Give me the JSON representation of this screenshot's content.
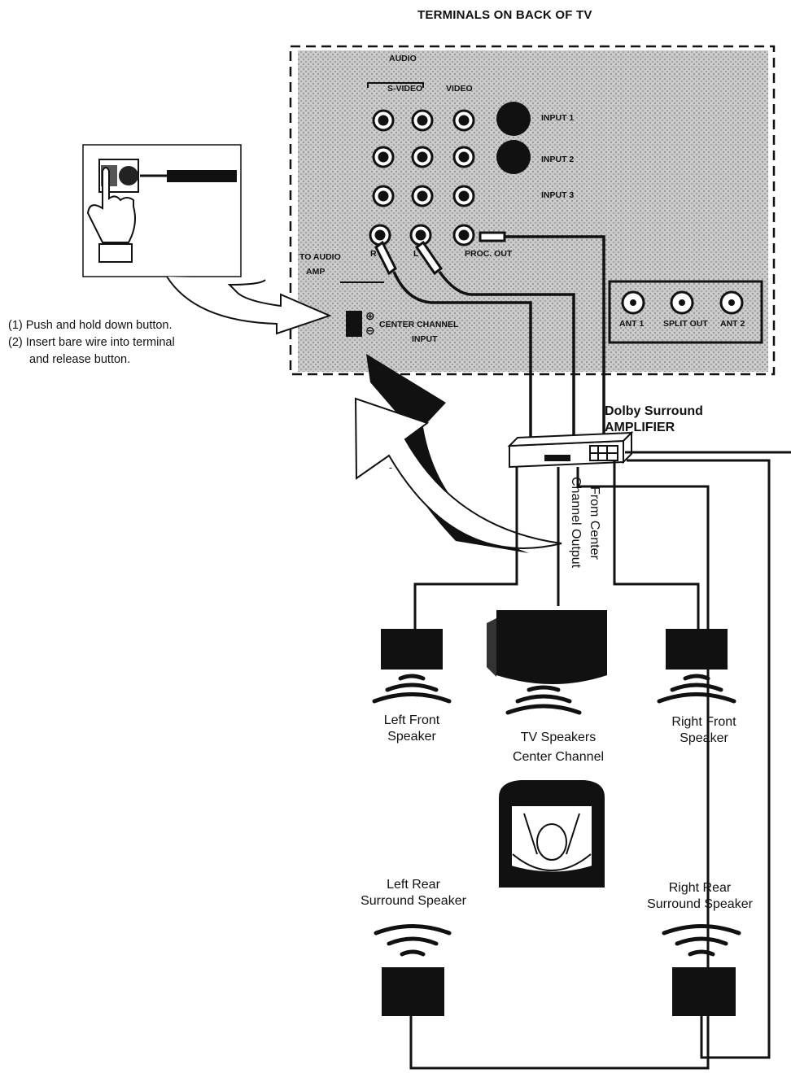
{
  "header": {
    "title": "TERMINALS ON BACK OF TV"
  },
  "instructions": {
    "step1": "(1) Push and hold down button.",
    "step2a": "(2) Insert bare wire into terminal",
    "step2b": "and release button."
  },
  "panel": {
    "audio": "AUDIO",
    "svideo": "S-VIDEO",
    "video": "VIDEO",
    "input1": "INPUT 1",
    "input2": "INPUT 2",
    "input3": "INPUT 3",
    "to_audio": "TO AUDIO",
    "amp": "AMP",
    "r": "R",
    "l": "L",
    "proc_out": "PROC. OUT",
    "center_channel": "CENTER CHANNEL",
    "input": "INPUT",
    "plus": "⊕",
    "minus": "⊖",
    "ant1": "ANT 1",
    "split_out": "SPLIT OUT",
    "ant2": "ANT 2"
  },
  "amplifier": {
    "line1": "Dolby Surround",
    "line2": "AMPLIFIER"
  },
  "center_output": {
    "line1": "From Center",
    "line2": "Channel Output"
  },
  "speakers": {
    "left_front": [
      "Left Front",
      "Speaker"
    ],
    "right_front": [
      "Right Front",
      "Speaker"
    ],
    "tv": [
      "TV Speakers",
      "Center Channel"
    ],
    "left_rear": [
      "Left Rear",
      "Surround Speaker"
    ],
    "right_rear": [
      "Right Rear",
      "Surround Speaker"
    ]
  }
}
